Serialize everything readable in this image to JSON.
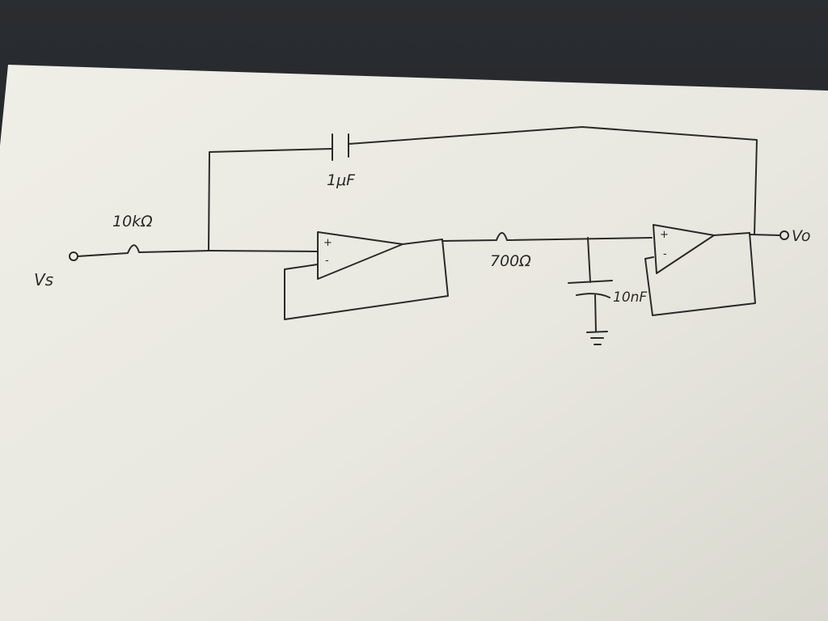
{
  "labels": {
    "source": "Vs",
    "r1": "10kΩ",
    "c_feedback": "1μF",
    "r2": "700Ω",
    "c_ground": "10nF",
    "output": "Vo",
    "plus": "+",
    "minus": "-"
  },
  "colors": {
    "background": "#1f2226",
    "paper": "#ecebe3",
    "ink": "#2a2a2a"
  }
}
